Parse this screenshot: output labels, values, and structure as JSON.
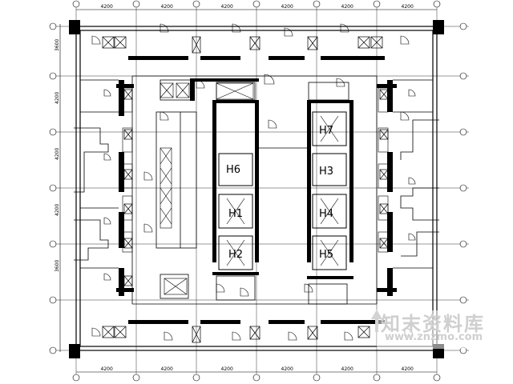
{
  "dimensions": {
    "top": [
      "4200",
      "4200",
      "4200",
      "4200",
      "4200",
      "4200"
    ],
    "bottom": [
      "4200",
      "4200",
      "4200",
      "4200",
      "4200",
      "4200"
    ],
    "left": [
      "3600",
      "4200",
      "4200",
      "4200",
      "3600"
    ]
  },
  "elevators": [
    {
      "id": "h6",
      "label": "H6"
    },
    {
      "id": "h1",
      "label": "H1"
    },
    {
      "id": "h2",
      "label": "H2"
    },
    {
      "id": "h7",
      "label": "H7"
    },
    {
      "id": "h3",
      "label": "H3"
    },
    {
      "id": "h4",
      "label": "H4"
    },
    {
      "id": "h5",
      "label": "H5"
    }
  ],
  "watermark": {
    "title": "知末资料库",
    "url": "www.znzmo.com"
  },
  "colors": {
    "line": "#000000",
    "wall": "#000000",
    "watermark": "#cfcfcf"
  }
}
